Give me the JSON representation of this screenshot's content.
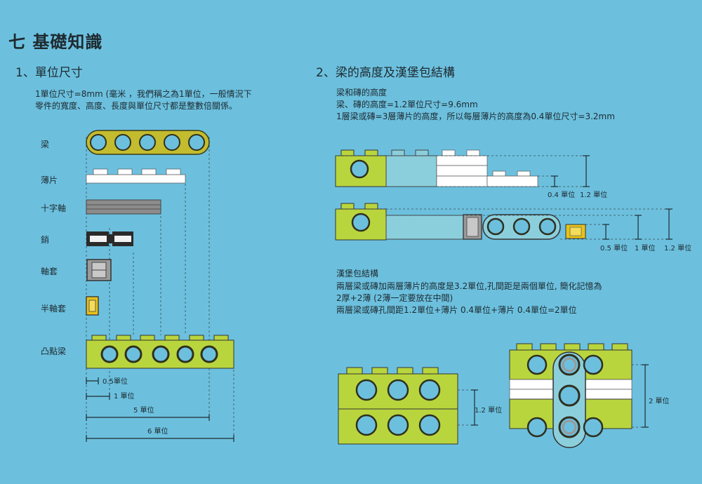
{
  "chapter_title": "七 基礎知識",
  "section1": {
    "heading": "1、單位尺寸",
    "intro": [
      "1單位尺寸=8mm (毫米  ，我們稱之為1單位，一般情況下",
      "零件的寬度、高度、長度與單位尺寸都是整數倍關係。"
    ],
    "parts": [
      "梁",
      "薄片",
      "十字軸",
      "銷",
      "軸套",
      "半軸套",
      "凸點梁"
    ],
    "measures": [
      "0.5單位",
      "1 單位",
      "5 單位",
      "6 單位"
    ]
  },
  "section2": {
    "heading": "2、梁的高度及漢堡包結構",
    "height_title": "梁和磚的高度",
    "height_lines": [
      "梁、磚的高度=1.2單位尺寸=9.6mm",
      "1層梁或磚=3層薄片的高度，所以每層薄片的高度為0.4單位尺寸=3.2mm"
    ],
    "diagram1_labels": [
      "0.4 單位",
      "1.2 單位"
    ],
    "diagram2_labels": [
      "0.5 單位",
      "1 單位",
      "1.2 單位"
    ],
    "burger_title": "漢堡包結構",
    "burger_lines": [
      "兩層梁或磚加兩層薄片的高度是3.2單位,孔間距是兩個單位, 簡化記憶為",
      "2厚+2薄 (2薄一定要放在中間)",
      "兩層梁或磚孔間距1.2單位+薄片 0.4單位+薄片 0.4單位=2單位"
    ],
    "burger_left_label": "1.2 單位",
    "burger_right_label": "2 單位"
  },
  "colors": {
    "background": "#6cc0de",
    "lime": "#b9d53d",
    "cyan_brick": "#8ccfdc",
    "yellow": "#e6c21a",
    "gray_axle": "#8c8c8c",
    "white_plate": "#ffffff",
    "dark_text": "#1e2a30"
  }
}
